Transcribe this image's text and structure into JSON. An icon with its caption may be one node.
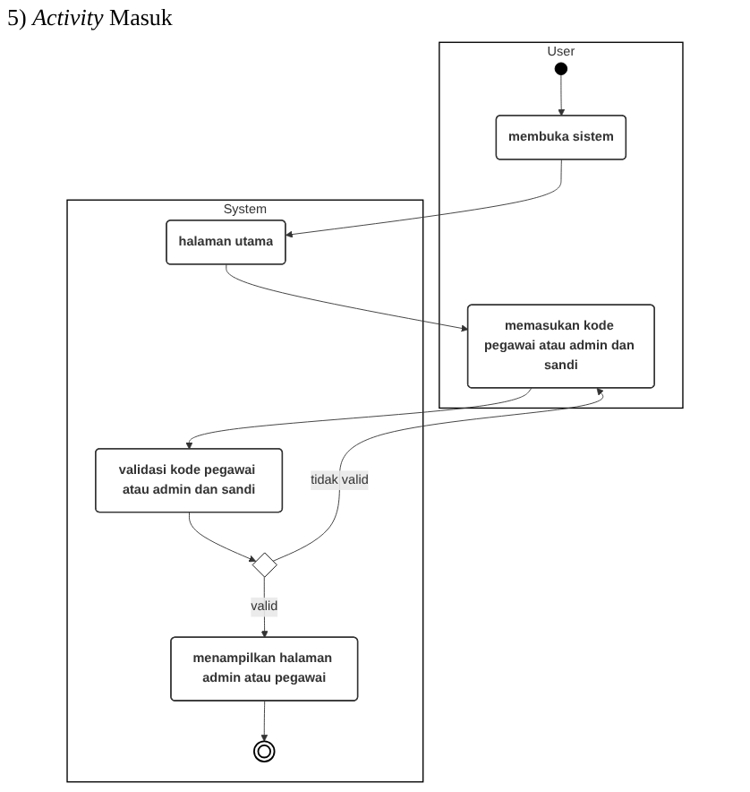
{
  "diagram": {
    "title": "5) *Activity* Masuk",
    "nodes": [
      {
        "text": [
          "User"
        ]
      },
      {
        "text": [
          "System"
        ]
      },
      {
        "text": [],
        "shape": "circle",
        "in": 0
      },
      {
        "text": [
          "membuka sistem"
        ],
        "in": 0
      },
      {
        "text": [
          "halaman utama"
        ],
        "in": 1
      },
      {
        "text": [
          "memasukan kode pegawai atau admin dan sandi"
        ],
        "in": 0
      },
      {
        "text": [
          "validasi kode pegawai atau admin dan sandi"
        ],
        "in": 1
      },
      {
        "text": [],
        "shape": "diamond",
        "in": 1
      },
      {
        "text": [
          "menampilkan halaman admin atau pegawai"
        ],
        "in": 1
      },
      {
        "text": [],
        "shape": "bullseye",
        "in": 1
      }
    ],
    "edges": [
      {
        "from": 2,
        "to": 3,
        "arrow": "to"
      },
      {
        "from": 3,
        "to": 4,
        "arrow": "to"
      },
      {
        "from": 4,
        "to": 5,
        "arrow": "to"
      },
      {
        "from": 5,
        "to": 6,
        "arrow": "to"
      },
      {
        "from": 6,
        "to": 7,
        "arrow": "to"
      },
      {
        "from": 7,
        "to": 5,
        "arrow": "to",
        "label": "tidak valid"
      },
      {
        "from": 7,
        "to": 8,
        "arrow": "to",
        "label": "valid"
      },
      {
        "from": 8,
        "to": 9,
        "arrow": "to"
      }
    ]
  }
}
